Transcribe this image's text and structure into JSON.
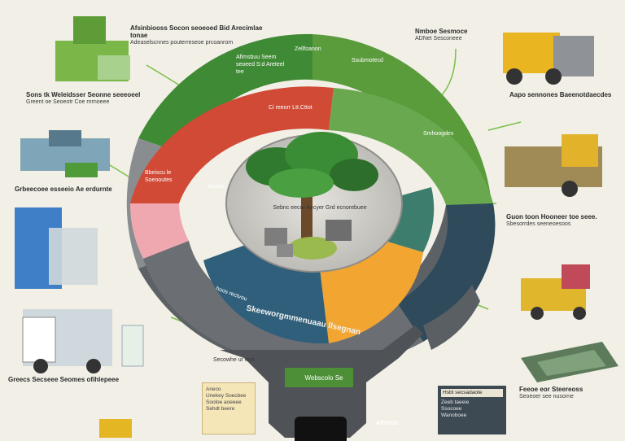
{
  "diagram": {
    "ring_texts": [
      "Afimsbuu Seem seoeed S:d Areteel tee",
      "Zellfoanon",
      "Ssubmotecd",
      "Smhoogdes"
    ],
    "ring_banner": "Skeeworgmmenuaau llsegnan",
    "ring_left_label": "hoos rectvou",
    "ring_bottom_text": "Secowhe ur eon",
    "center_label": "Sebnc eecur Aecyer Grd ecnorebuee",
    "sector_labels": {
      "red_top": "Ci reeorr Ltt.Cttot",
      "red_left_1": "Bbeiscu le Soeooutes",
      "red_left_2": "Bastac"
    },
    "notes": {
      "top_left": "Afsinbiooss Socon seoeoed Bid Arecimlae tonae",
      "top_left_sub": "Adeaselscnnes pouterreseoe prcoanrom",
      "mid_left": "Sons tk Weleidsser Seonne seeeoeel",
      "mid_left_2": "Greent oe Seoeotr Coe rnrnoeee",
      "left_3": "Grbeecoee esseeio Ae erdurnte",
      "top_right": "Nmboe Sesmoce",
      "top_right_sub": "ADNet Sesconeee",
      "right_1": "Aapo sennones Baeenotdaecdes",
      "right_2": "Guon toon Hooneer toe seee.",
      "right_2_sub": "Sbesorrdes seeneoesoos",
      "bottom_left": "Greecs Secseee Seomes ofihlepeee",
      "bottom_right": "Feeoe eor Steereoss",
      "bottom_right_sub": "Seoeoer see nusorne"
    },
    "bottom_card": [
      "Aneco",
      "Unekey Soecbee",
      "Sooloe aoeeee",
      "Sehdt beere"
    ],
    "info_panel": {
      "header": "Hsbt secsadaote",
      "lines": [
        "Zeeb taeeie",
        "Ssocoee",
        "Wanoboee"
      ]
    },
    "bottom_center_text": "Webscolo Se",
    "bottom_right_text": "ARKIOS"
  }
}
